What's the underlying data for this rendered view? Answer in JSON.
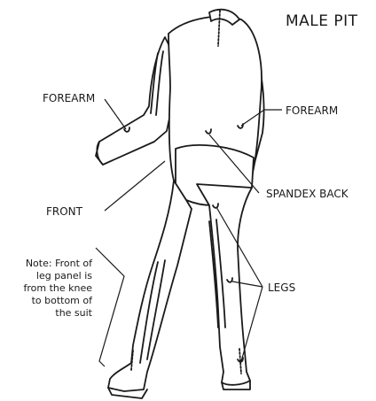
{
  "title": "MALE PIT",
  "labels": {
    "forearm_left": "FOREARM",
    "forearm_right": "FOREARM",
    "front": "FRONT",
    "spandex_back": "SPANDEX BACK",
    "legs": "LEGS"
  },
  "note": {
    "lines": [
      "Note: Front of",
      "leg panel is",
      "from the knee",
      "to bottom of",
      "the suit"
    ]
  },
  "colors": {
    "line": "#1a1a1a",
    "fill": "#ffffff"
  }
}
